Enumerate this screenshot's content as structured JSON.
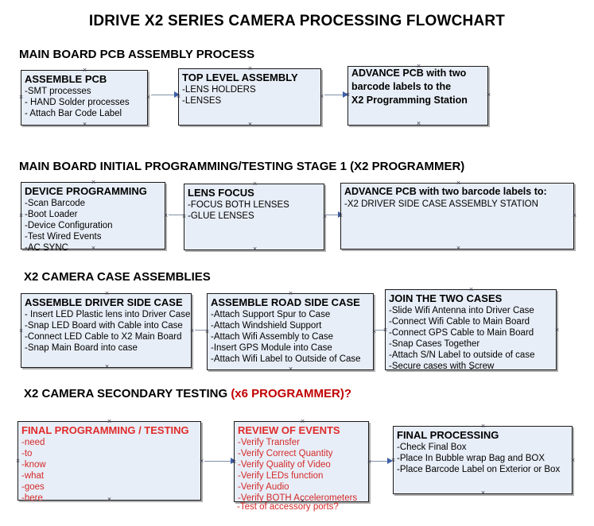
{
  "title": "IDRIVE X2  SERIES CAMERA PROCESSING FLOWCHART",
  "sections": [
    {
      "id": "s1",
      "label": "MAIN BOARD PCB ASSEMBLY PROCESS",
      "accent": ""
    },
    {
      "id": "s2",
      "label": "MAIN BOARD INITIAL PROGRAMMING/TESTING STAGE 1 (X2 PROGRAMMER)",
      "accent": ""
    },
    {
      "id": "s3",
      "label": "X2 CAMERA CASE ASSEMBLIES",
      "accent": ""
    },
    {
      "id": "s4",
      "label": "X2 CAMERA SECONDARY TESTING ",
      "accent": "(x6 PROGRAMMER)?"
    }
  ],
  "boxes": {
    "assemble_pcb": {
      "head": "ASSEMBLE PCB",
      "lines": [
        "-SMT processes",
        "- HAND Solder processes",
        "- Attach Bar Code Label"
      ]
    },
    "top_level_assembly": {
      "head": "TOP LEVEL ASSEMBLY",
      "lines": [
        "-LENS HOLDERS",
        "-LENSES"
      ]
    },
    "advance_pcb_station": {
      "head": "",
      "lines": [
        "ADVANCE PCB with two",
        "barcode labels to the",
        " X2 Programming Station"
      ]
    },
    "device_programming": {
      "head": "DEVICE PROGRAMMING",
      "lines": [
        "-Scan Barcode",
        "-Boot Loader",
        "-Device Configuration",
        "-Test Wired Events",
        "-AC SYNC"
      ]
    },
    "lens_focus": {
      "head": "LENS FOCUS",
      "lines": [
        "-FOCUS BOTH LENSES",
        "-GLUE LENSES"
      ]
    },
    "advance_pcb_driver": {
      "head": "ADVANCE PCB with two barcode labels to:",
      "lines": [
        "-X2 DRIVER  SIDE  CASE  ASSEMBLY STATION"
      ]
    },
    "driver_side_case": {
      "head": "ASSEMBLE DRIVER SIDE CASE",
      "lines": [
        "- Insert LED Plastic lens into Driver Case",
        "-Snap LED Board with Cable into Case",
        "-Connect LED Cable to X2 Main Board",
        "-Snap Main Board into case"
      ]
    },
    "road_side_case": {
      "head": "ASSEMBLE ROAD SIDE CASE",
      "lines": [
        "-Attach Support Spur to Case",
        "-Attach Windshield Support",
        "-Attach Wifi Assembly to Case",
        "-Insert GPS Module into Case",
        "-Attach Wifi Label to Outside of Case"
      ]
    },
    "join_two_cases": {
      "head": "JOIN THE TWO CASES",
      "lines": [
        "-Slide Wifi Antenna into Driver Case",
        "-Connect Wifi Cable to Main Board",
        "-Connect GPS Cable to Main Board",
        "-Snap Cases Together",
        "-Attach S/N Label to outside of case",
        "-Secure cases with Screw"
      ]
    },
    "final_programming": {
      "head": "FINAL PROGRAMMING / TESTING",
      "lines": [
        "-need",
        "-to",
        "-know",
        "-what",
        "-goes",
        "-here"
      ]
    },
    "review_of_events": {
      "head": "REVIEW OF EVENTS",
      "lines": [
        "-Verify Transfer",
        "-Verify Correct Quantity",
        "-Verify Quality of Video",
        "-Verify LEDs function",
        "-Verify Audio",
        "-Verify BOTH Accelerometers"
      ],
      "overflow_line": "-Test of accessory ports?"
    },
    "final_processing": {
      "head": "FINAL PROCESSING",
      "lines": [
        " -Check Final Box",
        "-Place In Bubble wrap Bag and BOX",
        "-Place Barcode Label on Exterior or Box"
      ]
    }
  },
  "colors": {
    "box_fill": "#e8eef7",
    "box_border": "#1a1a1a",
    "accent_red": "#d42a2a",
    "arrow_line": "#8090a8",
    "arrow_head": "#3f5fa8"
  }
}
